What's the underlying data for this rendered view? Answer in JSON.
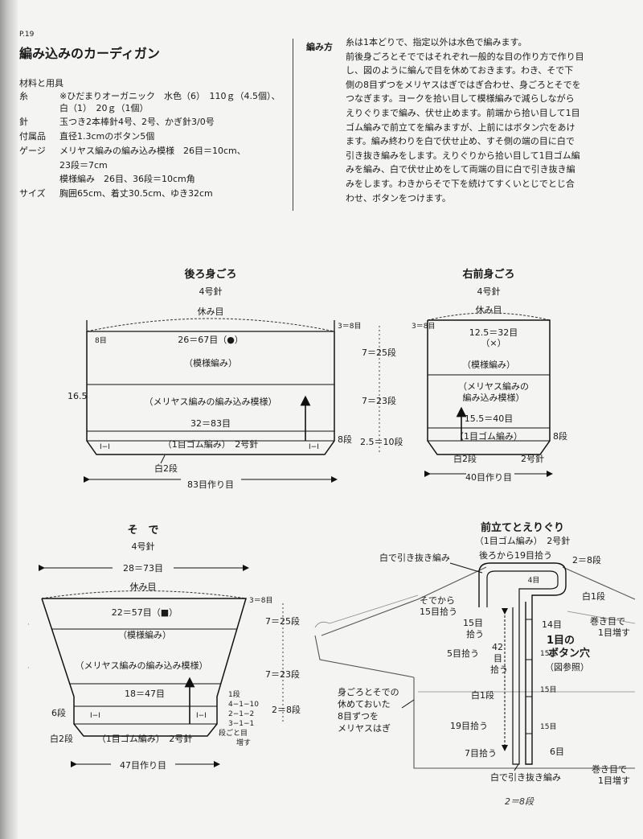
{
  "page_number_label": "P.19",
  "title": "編み込みのカーディガン",
  "materials": {
    "heading": "材料と用具",
    "yarn_label": "糸",
    "yarn_line1": "※ひだまりオーガニック　水色（6）　110ｇ（4.5個）、",
    "yarn_line2": "白（1）　20ｇ（1個）",
    "needle_label": "針",
    "needle_line": "玉つき2本棒針4号、2号、かぎ針3/0号",
    "notions_label": "付属品",
    "notions_line": "直径1.3cmのボタン5個",
    "gauge_label": "ゲージ",
    "gauge_line1": "メリヤス編みの編み込み模様　26目＝10cm、",
    "gauge_line2": "23段＝7cm",
    "gauge_line3": "模様編み　26目、36段＝10cm角",
    "size_label": "サイズ",
    "size_line": "胸囲65cm、着丈30.5cm、ゆき32cm"
  },
  "method": {
    "label": "編み方",
    "lines": [
      "糸は1本どりで、指定以外は水色で編みます。",
      "前後身ごろとそでではそれぞれ一般的な目の作り方で作り目",
      "し、図のように編んで目を休めておきます。わき、そで下",
      "側の8目ずつをメリヤスはぎではぎ合わせ、身ごろとそでを",
      "つなぎます。ヨークを拾い目して模様編みで減らしながら",
      "えりぐりまで編み、伏せ止めます。前端から拾い目して1目",
      "ゴム編みで前立てを編みますが、上前にはボタン穴をあけ",
      "ます。編み終わりを白で伏せ止め、すそ側の端の目に白で",
      "引き抜き編みをします。えりぐりから拾い目して1目ゴム編",
      "みを編み、白で伏せ止めをして両端の目に白で引き抜き編",
      "みをします。わきからそで下を続けてすくいとじでとじ合",
      "わせ、ボタンをつけます。"
    ]
  },
  "back": {
    "title": "後ろ身ごろ",
    "needle": "4号針",
    "rest": "休み目",
    "top_width": "26＝67目（●）",
    "pattern": "（模様編み）",
    "colorwork": "（メリヤス編みの編み込み模様）",
    "mid_width": "32＝83目",
    "ribbing": "（1目ゴム編み）　2号針",
    "rib_rows": "8段",
    "white_rows": "白2段",
    "cast_on": "83目作り目",
    "side_left": "8目",
    "side_right": "3＝8目",
    "height": "16.5",
    "rib_mark": "I−I"
  },
  "right_front": {
    "title": "右前身ごろ",
    "needle": "4号針",
    "rest": "休み目",
    "top_width": "12.5＝32目",
    "top_mark": "（×）",
    "colorwork_1": "（メリヤス編みの",
    "colorwork_2": "編み込み模様）",
    "mid_width": "15.5＝40目",
    "ribbing": "（1目ゴム編み）",
    "rib_rows": "8段",
    "white_rows": "白2段",
    "needle2": "2号針",
    "cast_on": "40目作り目",
    "side_left": "3＝8目",
    "rows_1": "7＝25段",
    "rows_2": "7＝23段",
    "rows_3": "2.5＝10段"
  },
  "sleeve": {
    "title": "そ　で",
    "needle": "4号針",
    "top_total": "28＝73目",
    "rest": "休み目",
    "top_width": "22＝57目（■）",
    "pattern": "（模様編み）",
    "colorwork": "（メリヤス編みの編み込み模様）",
    "mid_width": "18＝47目",
    "ribbing": "（1目ゴム編み）　2号針",
    "rib_rows": "6段",
    "white_rows": "白2段",
    "cast_on": "47目作り目",
    "side_right": "3＝8目",
    "rows_1": "7＝25段",
    "rows_2": "7＝23段",
    "rows_3": "2＝8段",
    "inc_1": "1段",
    "inc_2": "4−1−10",
    "inc_3": "2−1−2",
    "inc_4": "3−1−1",
    "inc_5": "段ごと目",
    "inc_6": "増す"
  },
  "band": {
    "title": "前立てとえりぐり",
    "subtitle": "（1目ゴム編み）　2号針",
    "slip_top": "白で引き抜き編み",
    "pick_back": "後ろから19目拾う",
    "rows_top": "2＝8段",
    "four": "4目",
    "white_row_r": "白1段",
    "from_sleeve_1": "そでから",
    "from_sleeve_2": "15目拾う",
    "pick15_a1": "15目",
    "pick15_a2": "拾う",
    "pick5": "5目拾う",
    "pick42_1": "42",
    "pick42_2": "目",
    "pick42_3": "拾う",
    "n14": "14目",
    "buttonhole_1": "1目の",
    "buttonhole_2": "ボタン穴",
    "see_fig": "（図参照）",
    "n15a": "15目",
    "n15b": "15目",
    "n15c": "15目",
    "n6": "6目",
    "roll_1": "巻き目で",
    "roll_2": "1目増す",
    "roll_3": "巻き目で",
    "roll_4": "1目増す",
    "graft_1": "身ごろとそでの",
    "graft_2": "休めておいた",
    "graft_3": "8目ずつを",
    "graft_4": "メリヤスはぎ",
    "white_row_l": "白1段",
    "pick19": "19目拾う",
    "pick7": "7目拾う",
    "slip_bottom": "白で引き抜き編み",
    "bottom_rows": "2＝8段"
  }
}
